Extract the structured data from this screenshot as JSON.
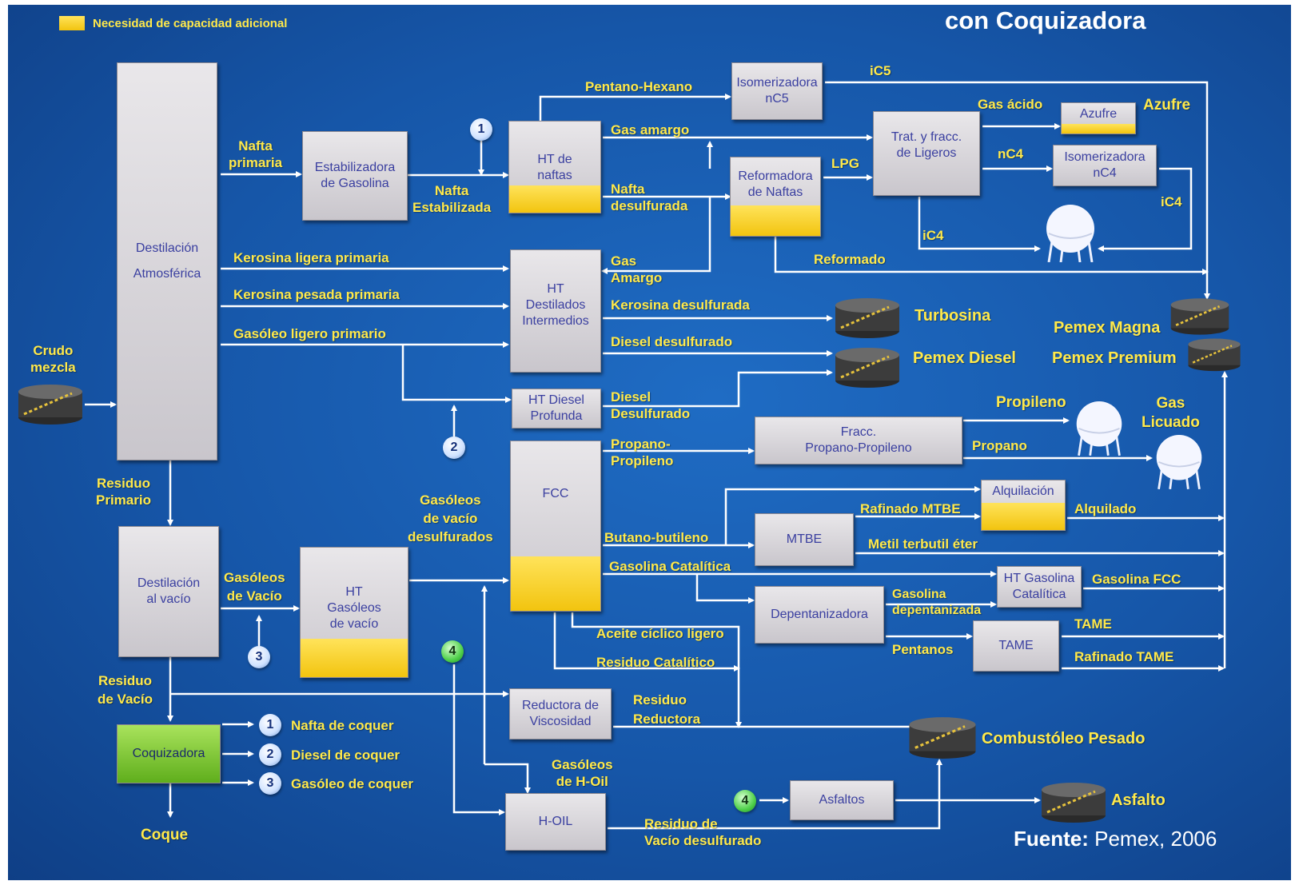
{
  "title": "con Coquizadora",
  "legend": {
    "label": "Necesidad de capacidad adicional",
    "color": "#f5c518"
  },
  "source": {
    "label": "Fuente:",
    "value": "Pemex, 2006"
  },
  "colors": {
    "background": "#1656a8",
    "box": "#d8d6da",
    "box_text": "#3a3fa0",
    "highlight": "#f5c518",
    "label": "#ffe94a",
    "coker": "#7cc63a"
  },
  "units": {
    "destilacion_atm": "Destilación\nAtmosférica",
    "estabilizadora": "Estabilizadora\nde Gasolina",
    "ht_naftas": "HT de\nnaftas",
    "isomerizadora_nc5": "Isomerizadora\nnC5",
    "reformadora": "Reformadora\nde Naftas",
    "trat_ligeros": "Trat. y fracc.\nde Ligeros",
    "azufre_unit": "Azufre",
    "isomerizadora_nc4": "Isomerizadora\nnC4",
    "ht_destilados": "HT\nDestilados\nIntermedios",
    "ht_diesel": "HT Diesel\nProfunda",
    "fracc_propano": "Fracc.\nPropano-Propileno",
    "alquilacion": "Alquilación",
    "mtbe": "MTBE",
    "fcc": "FCC",
    "ht_gasolina": "HT Gasolina\nCatalítica",
    "depentanizadora": "Depentanizadora",
    "tame": "TAME",
    "destilacion_vacio": "Destilación\nal vacío",
    "ht_gasoleos": "HT\nGasóleos\nde vacío",
    "reductora": "Reductora de\nViscosidad",
    "coquizadora": "Coquizadora",
    "hoil": "H-OIL",
    "asfaltos": "Asfaltos"
  },
  "streams": {
    "crudo": "Crudo\nmezcla",
    "nafta_primaria": "Nafta\nprimaria",
    "nafta_estabilizada": "Nafta\nEstabilizada",
    "pentano_hexano": "Pentano-Hexano",
    "ic5": "iC5",
    "gas_acido": "Gas ácido",
    "azufre_prod": "Azufre",
    "gas_amargo_1": "Gas amargo",
    "lpg": "LPG",
    "nc4": "nC4",
    "ic4_right": "iC4",
    "ic4_left": "iC4",
    "nafta_desulfurada": "Nafta\ndesulfurada",
    "reformado": "Reformado",
    "kerosina_ligera": "Kerosina ligera primaria",
    "kerosina_pesada": "Kerosina pesada primaria",
    "gasoleo_ligero": "Gasóleo ligero primario",
    "gas_amargo_2": "Gas\nAmargo",
    "kerosina_desulfurada": "Kerosina desulfurada",
    "diesel_desulfurado": "Diesel desulfurado",
    "diesel_desulfurado_2": "Diesel\nDesulfurado",
    "propano_propileno": "Propano-\nPropileno",
    "propileno": "Propileno",
    "propano": "Propano",
    "gas_licuado": "Gas\nLicuado",
    "residuo_primario": "Residuo\nPrimario",
    "gasoleos_vacio_desulf": "Gasóleos\nde vacío\ndesulfurados",
    "rafinado_mtbe": "Rafinado MTBE",
    "alquilado": "Alquilado",
    "butano_butileno": "Butano-butileno",
    "metil_terbutil": "Metil terbutil éter",
    "gasolina_catalitica": "Gasolina Catalítica",
    "gasolina_fcc": "Gasolina FCC",
    "gasolina_depentanizada": "Gasolina\ndepentanizada",
    "pentanos": "Pentanos",
    "tame_prod": "TAME",
    "rafinado_tame": "Rafinado TAME",
    "gasoleos_de_vacio": "Gasóleos\nde Vacío",
    "aceite_ciclico": "Aceite cíclico ligero",
    "residuo_catalitico": "Residuo Catalítico",
    "residuo_vacio": "Residuo\nde Vacío",
    "residuo_reductora": "Residuo\nReductora",
    "gasoleos_hoil": "Gasóleos\nde H-Oil",
    "residuo_vacio_desulf": "Residuo de\nVacío desulfurado",
    "coque": "Coque"
  },
  "coker_products": [
    {
      "num": "1",
      "label": "Nafta de coquer"
    },
    {
      "num": "2",
      "label": "Diesel de coquer"
    },
    {
      "num": "3",
      "label": "Gasóleo de coquer"
    }
  ],
  "markers": {
    "m1": "1",
    "m2": "2",
    "m3": "3",
    "m4a": "4",
    "m4b": "4"
  },
  "products": {
    "turbosina": "Turbosina",
    "pemex_diesel": "Pemex Diesel",
    "pemex_magna": "Pemex Magna",
    "pemex_premium": "Pemex Premium",
    "combustoleo": "Combustóleo Pesado",
    "asfalto": "Asfalto"
  }
}
